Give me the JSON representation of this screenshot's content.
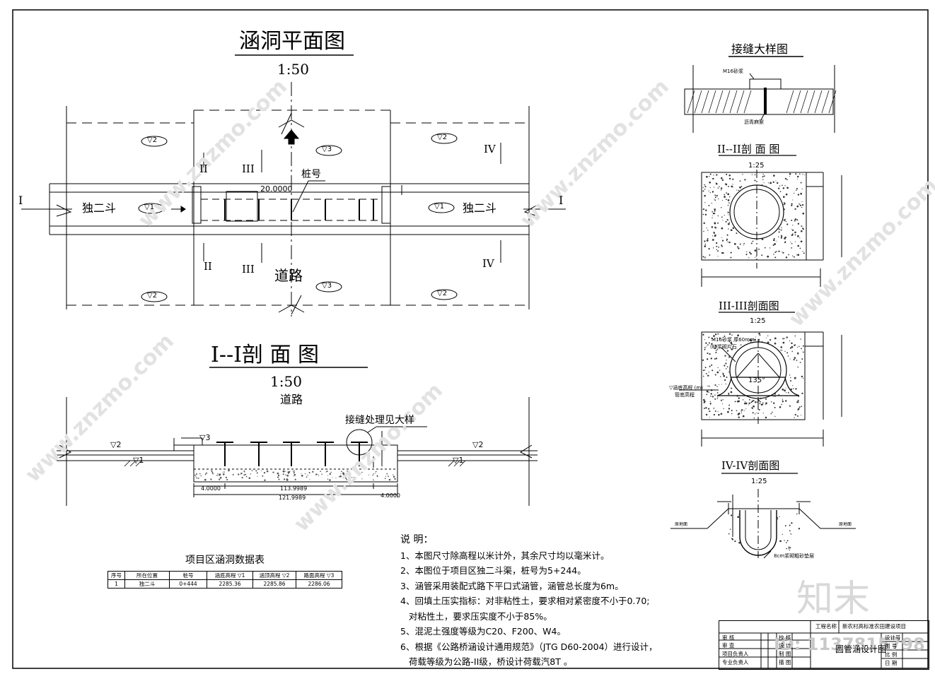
{
  "plan": {
    "title": "涵洞平面图",
    "scale": "1:50",
    "labels": {
      "v2": "▽2",
      "v3": "▽3",
      "v1": "▽1",
      "ditch": "独二斗",
      "road": "道路",
      "stake": "桩号",
      "dim": "20.0000",
      "sec1": "I",
      "sec2": "II",
      "sec3": "III",
      "sec4": "IV"
    }
  },
  "section_i": {
    "title": "I--I剖 面 图",
    "scale": "1:50",
    "road": "道路",
    "joint_note": "接缝处理见大样",
    "v2": "▽2",
    "v3": "▽3",
    "v1": "▽1",
    "dims": [
      "4.0000",
      "113.9989",
      "121.9989",
      "4.0000"
    ]
  },
  "detail": {
    "joint_title": "接缝大样图",
    "joint_label_top": "M16砂浆",
    "joint_label_bot": "沥青麻絮",
    "sec2_title": "II--II剖 面 图",
    "sec2_scale": "1:25",
    "sec3_title": "III-III剖面图",
    "sec3_scale": "1:25",
    "sec3_note1": "M16砂浆 厚60mm",
    "sec3_note2": "(E)浆砌片石",
    "sec3_angle": "135°",
    "sec3_lbl1": "▽涵底高程 (m)",
    "sec3_lbl2": "管底高程",
    "sec4_title": "IV-IV剖面图",
    "sec4_scale": "1:25",
    "sec4_left": "原地面",
    "sec4_right": "原地面",
    "sec4_note": "8cm浆砌粗砂垫层"
  },
  "data_table": {
    "title": "项目区涵洞数据表",
    "headers": [
      "序号",
      "所在位置",
      "桩号",
      "涵底高程 ▽1",
      "涵顶高程 ▽2",
      "路面高程 ▽3"
    ],
    "rows": [
      [
        "1",
        "独二斗",
        "0+444",
        "2285.36",
        "2285.86",
        "2286.06"
      ]
    ]
  },
  "notes": {
    "title": "说  明：",
    "lines": [
      "1、本图尺寸除高程以米计外，其余尺寸均以毫米计。",
      "2、本图位于项目区独二斗渠，桩号为5+244。",
      "3、涵管采用装配式路下平口式涵管，涵管总长度为6m。",
      "4、回填土压实指标：对非粘性土，要求相对紧密度不小于0.70;",
      "   对粘性土，要求压实度不小于85%。",
      "5、混泥土强度等级为C20、F200、W4。",
      "6、根据《公路桥涵设计通用规范》（JTG D60-2004）进行设计，",
      "   荷载等级为公路-II级，桥设计荷载汽8T 。"
    ]
  },
  "title_block": {
    "project_label": "工程名称",
    "project_name": "新农村高标准农田建设项目",
    "drawing_name": "圆管涵设计图",
    "rows_left": [
      "审  核",
      "审  查",
      "项目负责人",
      "专业负责人"
    ],
    "rows_mid": [
      "校  核",
      "设  计",
      "制  图",
      "描  图"
    ],
    "rows_right": [
      "设计号",
      "图  号",
      "比  例",
      "日  期"
    ]
  },
  "watermark": {
    "site": "www.znzmo.com",
    "brand_cn": "知末",
    "id": "ID: 1137815798"
  }
}
